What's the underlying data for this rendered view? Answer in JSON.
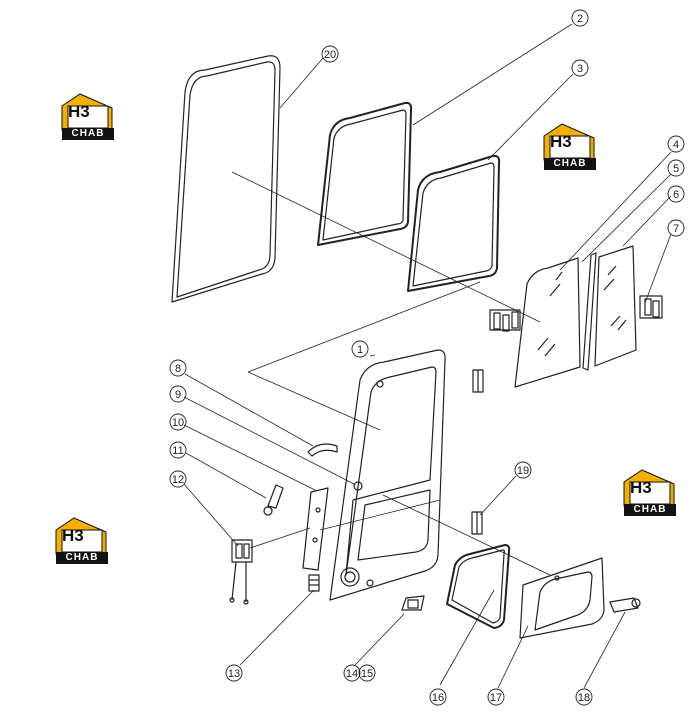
{
  "diagram": {
    "callouts": [
      "1",
      "2",
      "3",
      "4",
      "5",
      "6",
      "7",
      "8",
      "9",
      "10",
      "11",
      "12",
      "13",
      "14",
      "15",
      "16",
      "17",
      "18",
      "19",
      "20"
    ]
  },
  "logo": {
    "mark": "H3",
    "text": "CHAB"
  }
}
